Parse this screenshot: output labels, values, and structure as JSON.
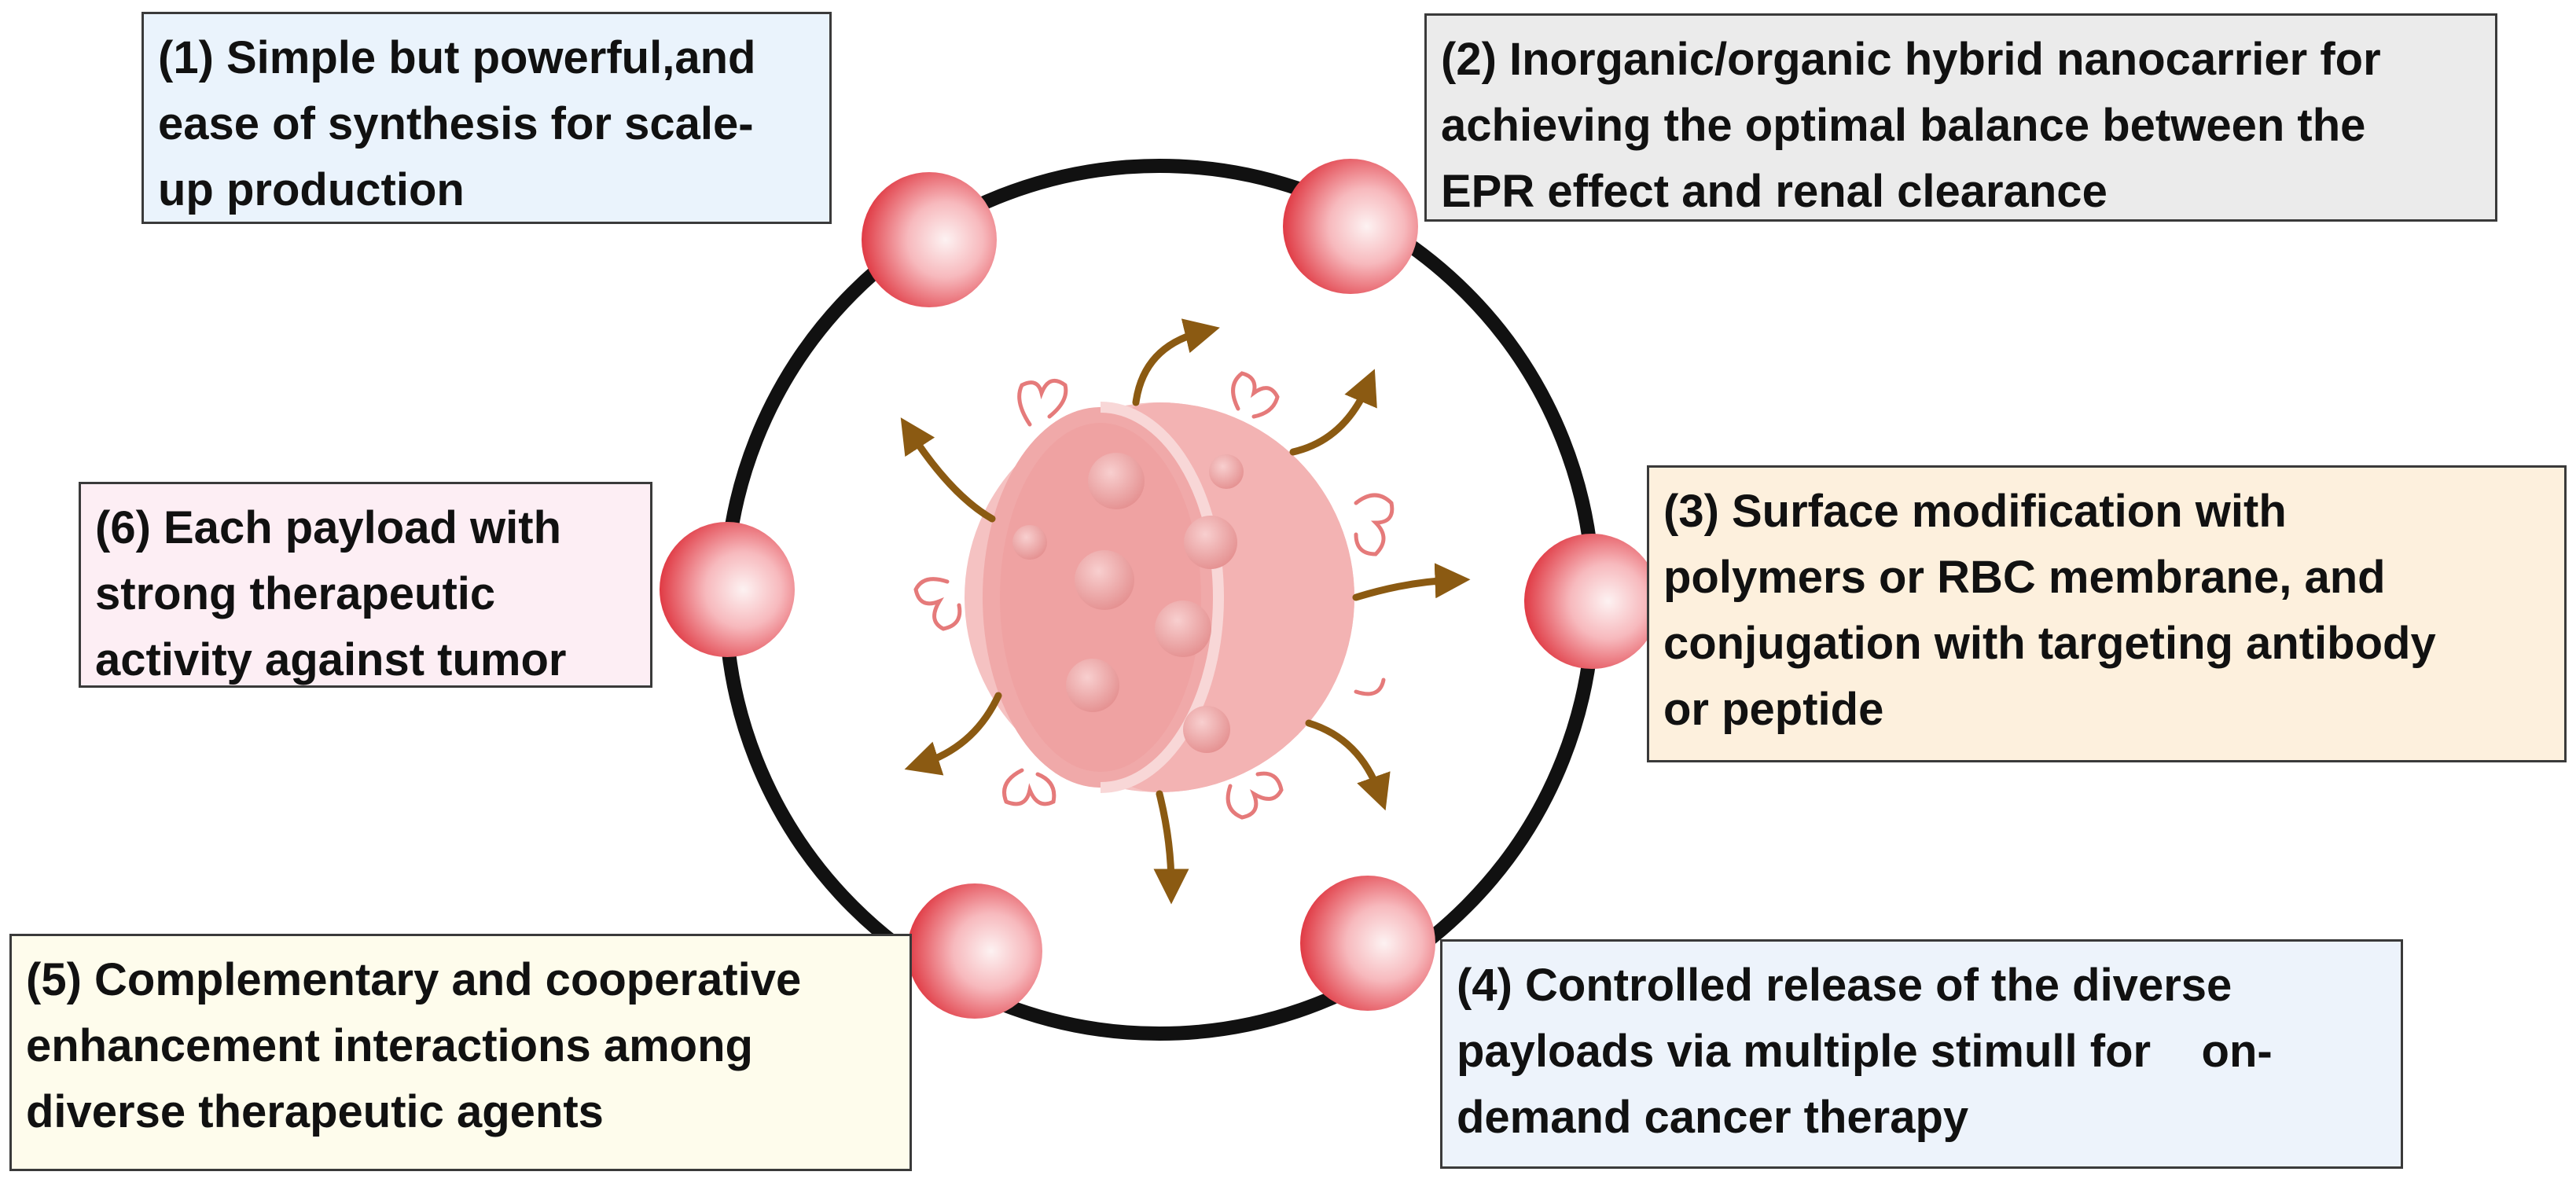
{
  "features": [
    {
      "id": 1,
      "lines": [
        "(1) Simple but powerful,and",
        "ease of synthesis for scale-",
        "up production"
      ],
      "bg": "#eaf3fc"
    },
    {
      "id": 2,
      "lines": [
        "(2) Inorganic/organic hybrid nanocarrier for",
        "achieving the optimal balance between the",
        "EPR effect and renal clearance"
      ],
      "bg": "#ebebeb"
    },
    {
      "id": 3,
      "lines": [
        "(3) Surface modification with",
        "polymers or RBC membrane, and",
        "conjugation with targeting antibody",
        "or peptide"
      ],
      "bg": "#fdf0dd"
    },
    {
      "id": 4,
      "lines": [
        "(4) Controlled release of the diverse",
        "payloads via multiple stimull for    on-",
        "demand cancer therapy"
      ],
      "bg": "#edf3fb"
    },
    {
      "id": 5,
      "lines": [
        "(5) Complementary and cooperative",
        "enhancement interactions among",
        "diverse therapeutic agents"
      ],
      "bg": "#fefcec"
    },
    {
      "id": 6,
      "lines": [
        "(6) Each payload with",
        "strong therapeutic",
        "activity against tumor"
      ],
      "bg": "#fdeef4"
    }
  ],
  "colors": {
    "ring": "#111111",
    "node_edge": "#e03a44",
    "node_center": "#fdf2f2",
    "particle": "#f0a9a9",
    "particle_dark": "#e58d8d",
    "arrow": "#8b5a12",
    "ligand": "#e57a7a"
  }
}
